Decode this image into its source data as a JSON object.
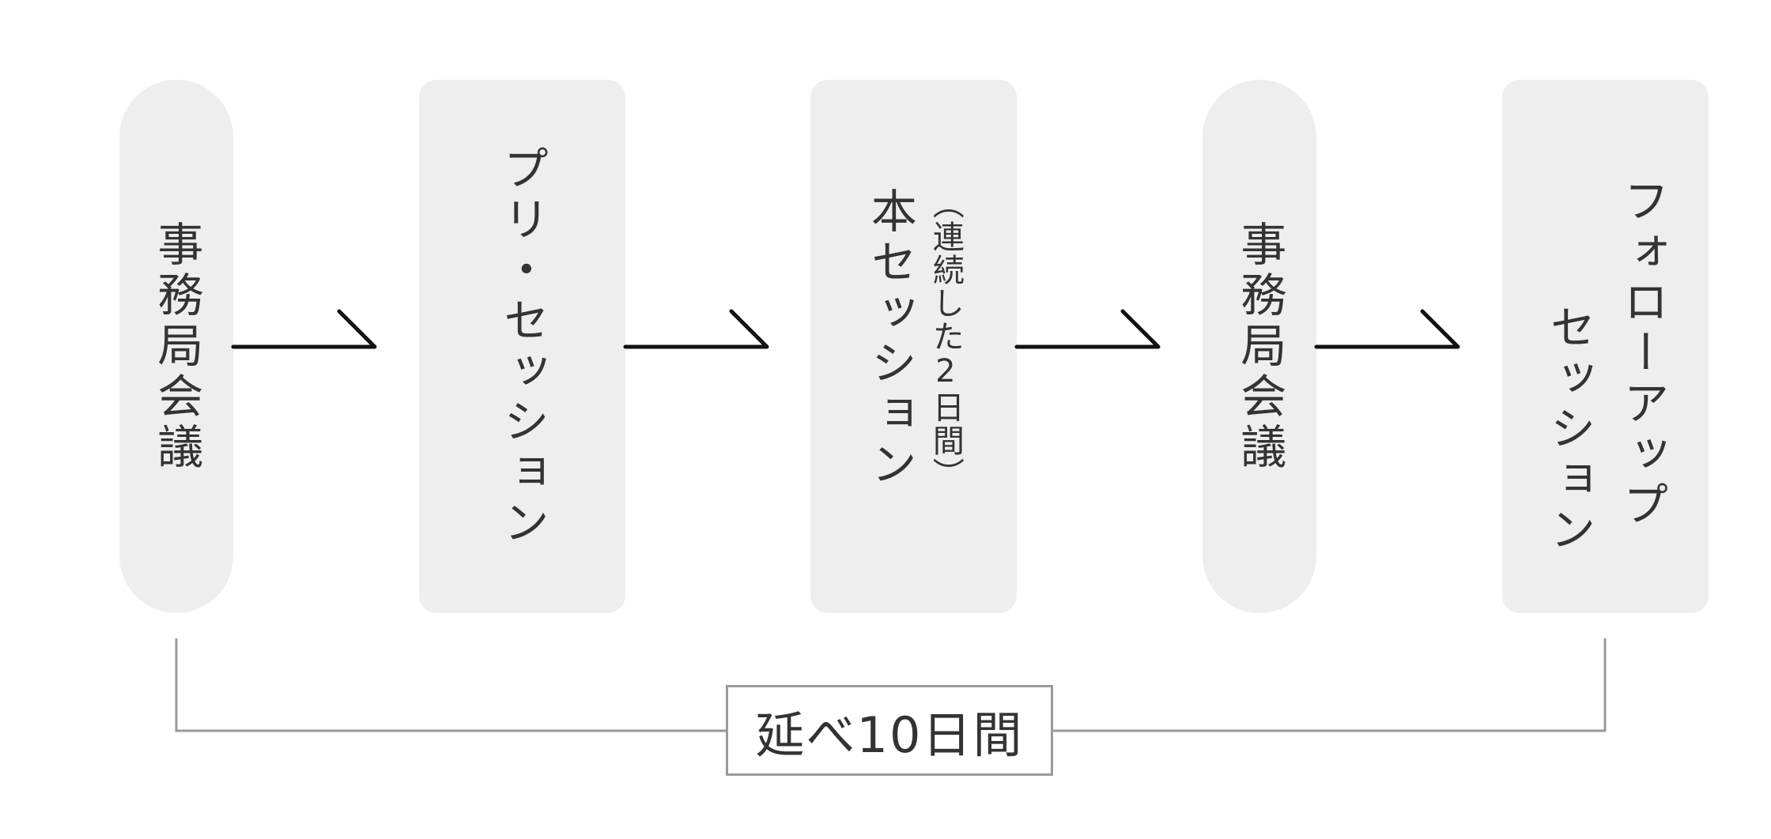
{
  "steps": [
    {
      "id": "secretariat-meeting-1",
      "label": "事務局会議"
    },
    {
      "id": "pre-session",
      "label": "プリ・セッション"
    },
    {
      "id": "main-session",
      "label": "本セッション",
      "sublabel": "（連続した2日間）"
    },
    {
      "id": "secretariat-meeting-2",
      "label": "事務局会議"
    },
    {
      "id": "follow-up-session",
      "label_col1": "フォローアップ",
      "label_col2": "セッション"
    }
  ],
  "total": {
    "label": "延べ10日間"
  },
  "colors": {
    "box_fill": "#eeeeee",
    "text": "#333333",
    "arrow": "#111111",
    "bracket": "#9a9a9a"
  }
}
